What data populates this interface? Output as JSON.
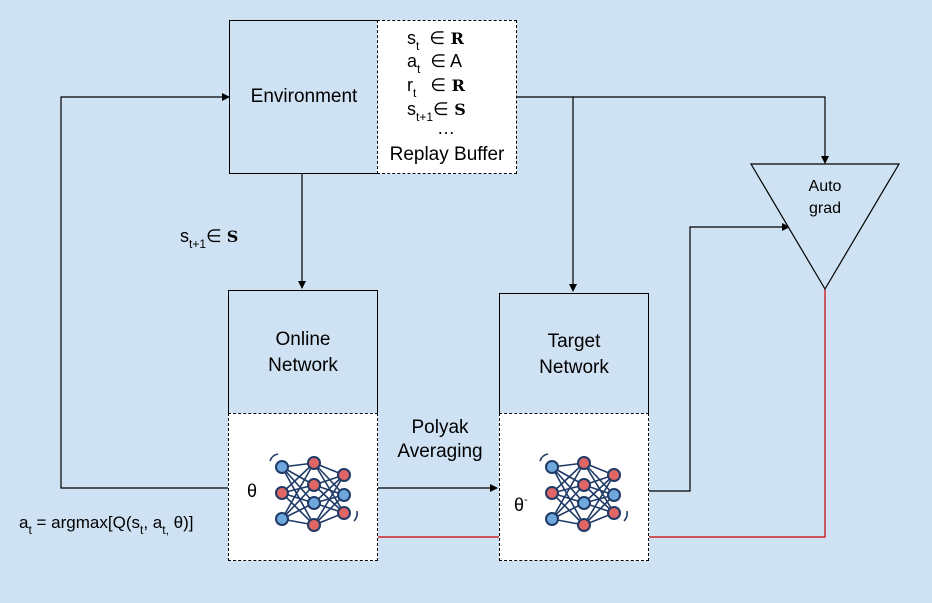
{
  "environment": {
    "label": "Environment"
  },
  "replay_buffer": {
    "label": "Replay Buffer",
    "rows": [
      {
        "var": "s",
        "sub": "t",
        "rel": "∈",
        "set": "R"
      },
      {
        "var": "a",
        "sub": "t",
        "rel": "∈",
        "set": "A"
      },
      {
        "var": "r",
        "sub": "t",
        "rel": "∈",
        "set": "R"
      },
      {
        "var": "s",
        "sub": "t+1",
        "rel": "∈",
        "set": "S"
      }
    ],
    "ellipsis": "…"
  },
  "state_label": {
    "var": "s",
    "sub": "t+1",
    "rel": "∈",
    "set": "S"
  },
  "online_network": {
    "line1": "Online",
    "line2": "Network",
    "param": "θ"
  },
  "target_network": {
    "line1": "Target",
    "line2": "Network",
    "param": "θ",
    "param_sup": "-"
  },
  "polyak": {
    "line1": "Polyak",
    "line2": "Averaging"
  },
  "autograd": {
    "line1": "Auto",
    "line2": "grad"
  },
  "action_formula": {
    "prefix": "a",
    "prefix_sub": "t",
    "body1": " = argmax[Q(s",
    "body1_sub": "t",
    "body2": ", a",
    "body2_sub": "t,",
    "body3": " θ)]"
  },
  "colors": {
    "background": "#cfe2f3",
    "gradient_arrow": "#cc0000",
    "neuron_red": "#e06666",
    "neuron_blue": "#6fa8dc",
    "edge": "#1f3a66"
  },
  "icons": {
    "network": "neural-network-icon"
  }
}
